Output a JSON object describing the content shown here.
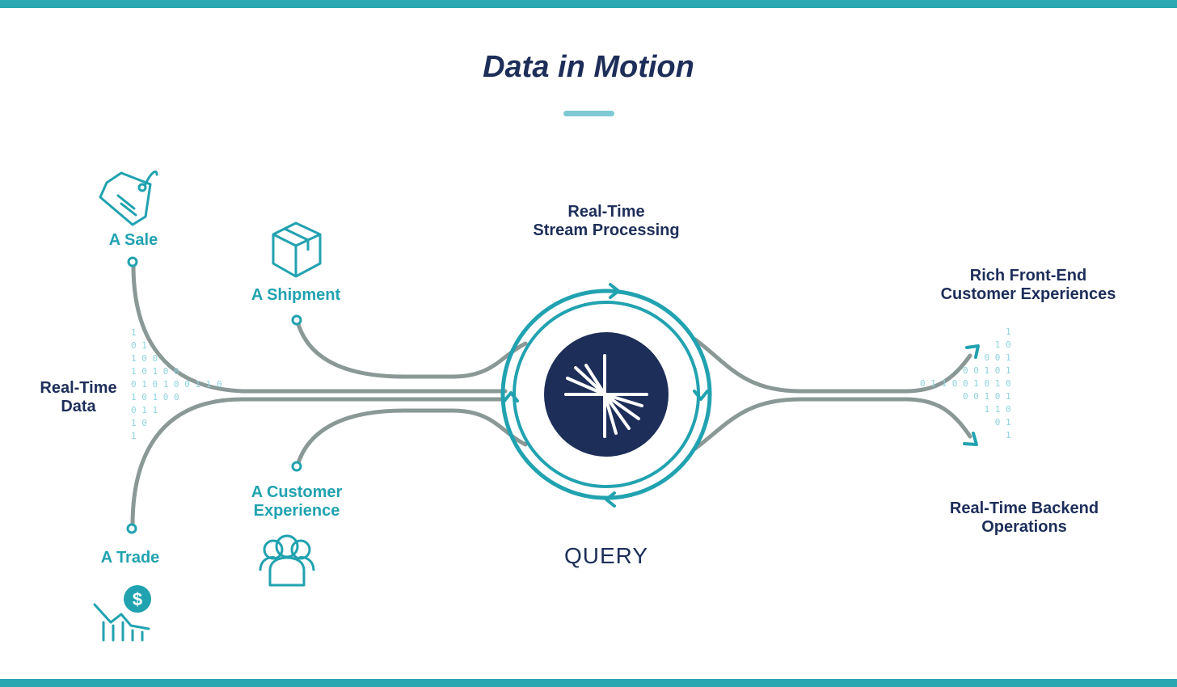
{
  "title": "Data in Motion",
  "sources": {
    "sale": "A Sale",
    "shipment": "A Shipment",
    "customer_line1": "A Customer",
    "customer_line2": "Experience",
    "trade": "A Trade"
  },
  "left_label": {
    "line1": "Real-Time",
    "line2": "Data"
  },
  "processing_label": {
    "line1": "Real-Time",
    "line2": "Stream Processing"
  },
  "center_label": "QUERY",
  "outputs": {
    "frontend_line1": "Rich Front-End",
    "frontend_line2": "Customer Experiences",
    "backend_line1": "Real-Time Backend",
    "backend_line2": "Operations"
  },
  "binary_left": [
    "1",
    "0 1",
    "1 0 0",
    "1 0 1 0 0",
    "0 1 0 1 0 0 1 1 0",
    "1 0 1 0 0",
    "0 1 1",
    "1 0",
    "1"
  ],
  "binary_right": [
    "1",
    "1 0",
    "0 0 1",
    "0 0 1 0 1",
    "0 1 1 0 0 1 0 1 0",
    "0 0 1 0 1",
    "1 1 0",
    "0 1",
    "1"
  ],
  "trade_icon_symbol": "$",
  "colors": {
    "teal": "#21a2b0",
    "navy": "#1d2e59",
    "grey_line": "#8a9896",
    "light_teal": "#8fd3dc"
  },
  "icons": [
    "price-tag-icon",
    "box-icon",
    "people-icon",
    "dollar-chart-icon",
    "logo-icon",
    "arrow-icon"
  ]
}
